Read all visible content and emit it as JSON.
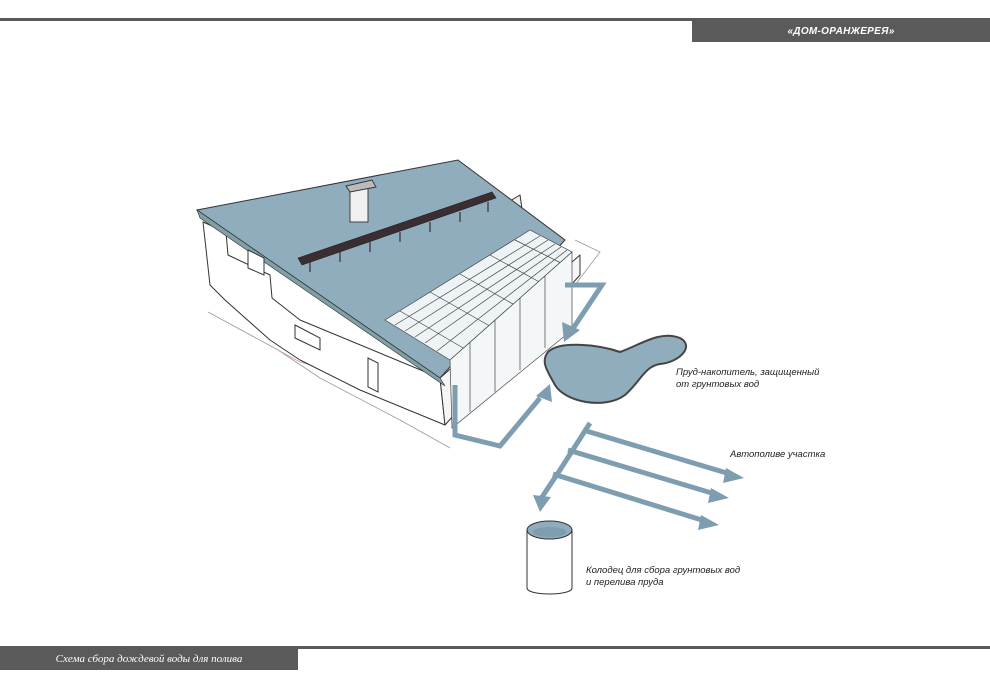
{
  "header": {
    "title": "«ДОМ-ОРАНЖЕРЕЯ»"
  },
  "footer": {
    "caption": "Схема сбора дождевой воды для полива"
  },
  "labels": {
    "pond_line1": "Пруд-накопитель, защищенный",
    "pond_line2": "от грунтовых вод",
    "irrigation": "Автополиве участка",
    "well_line1": "Колодец для сбора грунтовых вод",
    "well_line2": "и перелива пруда"
  },
  "colors": {
    "roof": "#8fadbd",
    "water_flow": "#7e9db0",
    "bar": "#5a5a5a"
  }
}
